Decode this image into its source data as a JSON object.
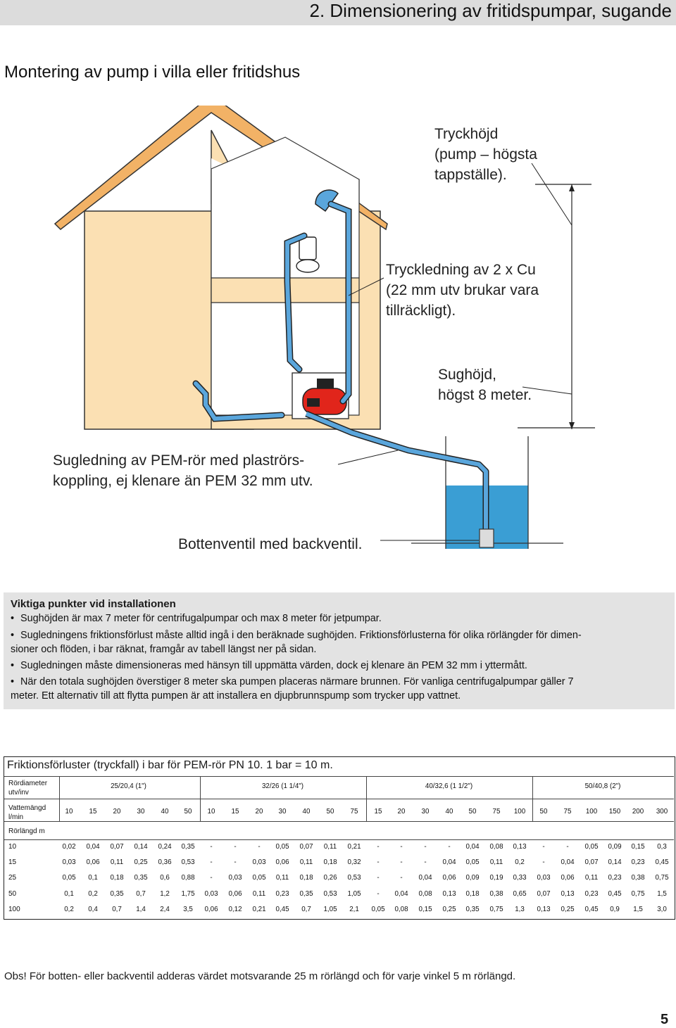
{
  "header": {
    "title": "2. Dimensionering av fritidspumpar, sugande"
  },
  "section_title": "Montering av pump i villa eller fritidshus",
  "diagram_labels": {
    "tryckhojd": [
      "Tryckhöjd",
      "(pump – högsta",
      "tappställe)."
    ],
    "tryckledning": [
      "Tryckledning av 2 x Cu",
      "(22 mm utv brukar vara",
      "tillräckligt)."
    ],
    "sughojd": [
      "Sughöjd,",
      "högst 8 meter."
    ],
    "sugledning": [
      "Sugledning av PEM-rör med plaströrs-",
      "koppling, ej klenare än PEM 32 mm utv."
    ],
    "bottenventil": "Bottenventil med backventil."
  },
  "colors": {
    "roof": "#f2b266",
    "wall": "#fbe0b3",
    "pipe": "#5aa6dc",
    "water": "#3a9ed4",
    "pump": "#e1251b",
    "header_band": "#dcdcdc",
    "info_bg": "#e3e3e3"
  },
  "info": {
    "title": "Viktiga punkter vid installationen",
    "bullets": [
      "Sughöjden är max 7 meter för centrifugalpumpar och max 8 meter för jetpumpar.",
      "Sugledningens friktionsförlust måste alltid ingå i den beräknade sughöjden. Friktionsförlusterna för olika rörlängder för dimen-|sioner och flöden, i bar räknat, framgår av tabell längst ner på sidan.",
      "Sugledningen måste dimensioneras med hänsyn till uppmätta värden, dock ej klenare än PEM 32 mm i yttermått.",
      "När den totala sughöjden överstiger 8 meter ska pumpen placeras närmare brunnen. För vanliga centrifugalpumpar gäller 7|meter. Ett alternativ till att flytta pumpen är att installera en djupbrunnspump som trycker upp vattnet."
    ]
  },
  "friction_table": {
    "caption": "Friktionsförluster (tryckfall) i bar för PEM-rör PN 10. 1 bar = 10 m.",
    "row_labels": {
      "diameter": "Rördiameter|utv/inv",
      "flow": "Vattemängd|l/min",
      "length": "Rörlängd m"
    },
    "diameter_groups": [
      {
        "label": "25/20,4 (1\")",
        "span": 6
      },
      {
        "label": "32/26 (1 1/4\")",
        "span": 7
      },
      {
        "label": "40/32,6 (1 1/2\")",
        "span": 7
      },
      {
        "label": "50/40,8 (2\")",
        "span": 6
      }
    ],
    "flows": [
      "10",
      "15",
      "20",
      "30",
      "40",
      "50",
      "10",
      "15",
      "20",
      "30",
      "40",
      "50",
      "75",
      "15",
      "20",
      "30",
      "40",
      "50",
      "75",
      "100",
      "50",
      "75",
      "100",
      "150",
      "200",
      "300"
    ],
    "rows": [
      {
        "length": "10",
        "values": [
          "0,02",
          "0,04",
          "0,07",
          "0,14",
          "0,24",
          "0,35",
          "-",
          "-",
          "-",
          "0,05",
          "0,07",
          "0,11",
          "0,21",
          "-",
          "-",
          "-",
          "-",
          "0,04",
          "0,08",
          "0,13",
          "-",
          "-",
          "0,05",
          "0,09",
          "0,15",
          "0,3"
        ]
      },
      {
        "length": "15",
        "values": [
          "0,03",
          "0,06",
          "0,11",
          "0,25",
          "0,36",
          "0,53",
          "-",
          "-",
          "0,03",
          "0,06",
          "0,11",
          "0,18",
          "0,32",
          "-",
          "-",
          "-",
          "0,04",
          "0,05",
          "0,11",
          "0,2",
          "-",
          "0,04",
          "0,07",
          "0,14",
          "0,23",
          "0,45"
        ]
      },
      {
        "length": "25",
        "values": [
          "0,05",
          "0,1",
          "0,18",
          "0,35",
          "0,6",
          "0,88",
          "-",
          "0,03",
          "0,05",
          "0,11",
          "0,18",
          "0,26",
          "0,53",
          "-",
          "-",
          "0,04",
          "0,06",
          "0,09",
          "0,19",
          "0,33",
          "0,03",
          "0,06",
          "0,11",
          "0,23",
          "0,38",
          "0,75"
        ]
      },
      {
        "length": "50",
        "values": [
          "0,1",
          "0,2",
          "0,35",
          "0,7",
          "1,2",
          "1,75",
          "0,03",
          "0,06",
          "0,11",
          "0,23",
          "0,35",
          "0,53",
          "1,05",
          "-",
          "0,04",
          "0,08",
          "0,13",
          "0,18",
          "0,38",
          "0,65",
          "0,07",
          "0,13",
          "0,23",
          "0,45",
          "0,75",
          "1,5"
        ]
      },
      {
        "length": "100",
        "values": [
          "0,2",
          "0,4",
          "0,7",
          "1,4",
          "2,4",
          "3,5",
          "0,06",
          "0,12",
          "0,21",
          "0,45",
          "0,7",
          "1,05",
          "2,1",
          "0,05",
          "0,08",
          "0,15",
          "0,25",
          "0,35",
          "0,75",
          "1,3",
          "0,13",
          "0,25",
          "0,45",
          "0,9",
          "1,5",
          "3,0"
        ]
      }
    ]
  },
  "note": "Obs! För botten- eller backventil adderas värdet motsvarande 25 m rörlängd och för varje vinkel 5 m rörlängd.",
  "page_number": "5"
}
